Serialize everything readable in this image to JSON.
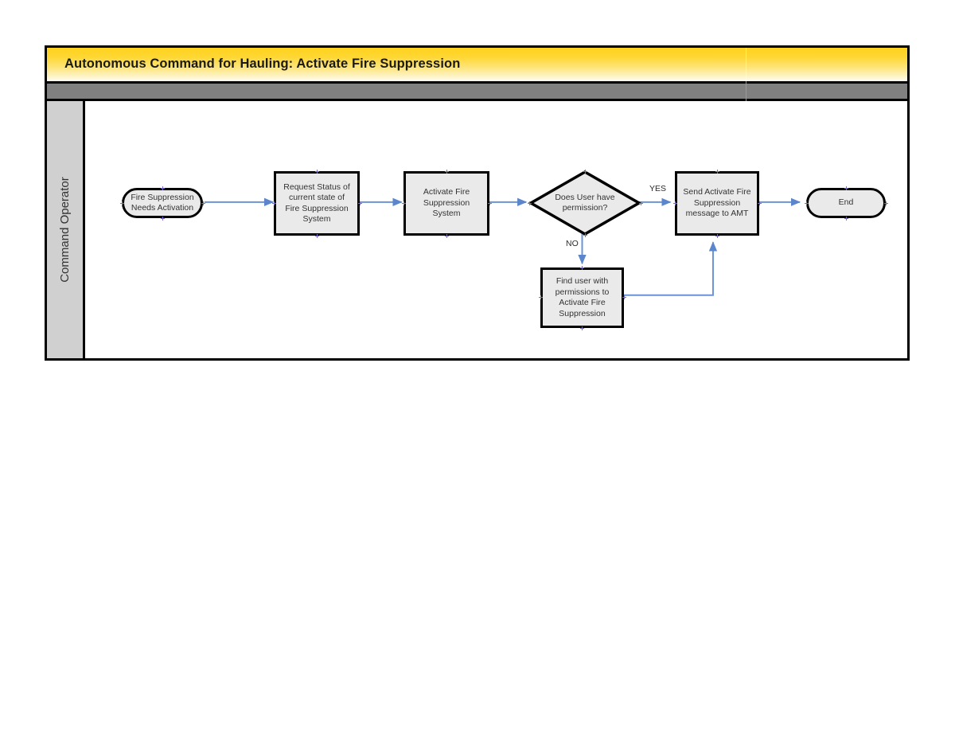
{
  "diagram": {
    "title": "Autonomous Command for Hauling: Activate Fire Suppression",
    "lane_label": "Command Operator",
    "colors": {
      "title_bar_start": "#ffd21f",
      "title_bar_end": "#fefcf0",
      "sub_bar": "#808080",
      "lane_header": "#d0d0d0",
      "node_fill": "#eaeaea",
      "node_border": "#000000",
      "connector": "#6b93d6",
      "connection_point": "#7b68c8",
      "text": "#333333"
    },
    "nodes": [
      {
        "id": "start",
        "type": "terminal",
        "label": "Fire Suppression\nNeeds Activation"
      },
      {
        "id": "request",
        "type": "process",
        "label": "Request Status of\ncurrent state of\nFire Suppression\nSystem"
      },
      {
        "id": "activate",
        "type": "process",
        "label": "Activate Fire\nSuppression\nSystem"
      },
      {
        "id": "permission",
        "type": "decision",
        "label": "Does User have\npermission?"
      },
      {
        "id": "send",
        "type": "process",
        "label": "Send Activate Fire\nSuppression\nmessage to AMT"
      },
      {
        "id": "find",
        "type": "process",
        "label": "Find user with\npermissions to\nActivate Fire\nSuppression"
      },
      {
        "id": "end",
        "type": "terminal",
        "label": "End"
      }
    ],
    "edges": [
      {
        "from": "start",
        "to": "request",
        "label": ""
      },
      {
        "from": "request",
        "to": "activate",
        "label": ""
      },
      {
        "from": "activate",
        "to": "permission",
        "label": ""
      },
      {
        "from": "permission",
        "to": "send",
        "label": "YES"
      },
      {
        "from": "permission",
        "to": "find",
        "label": "NO"
      },
      {
        "from": "find",
        "to": "send",
        "label": ""
      },
      {
        "from": "send",
        "to": "end",
        "label": ""
      }
    ],
    "edge_labels": {
      "yes": "YES",
      "no": "NO"
    }
  }
}
